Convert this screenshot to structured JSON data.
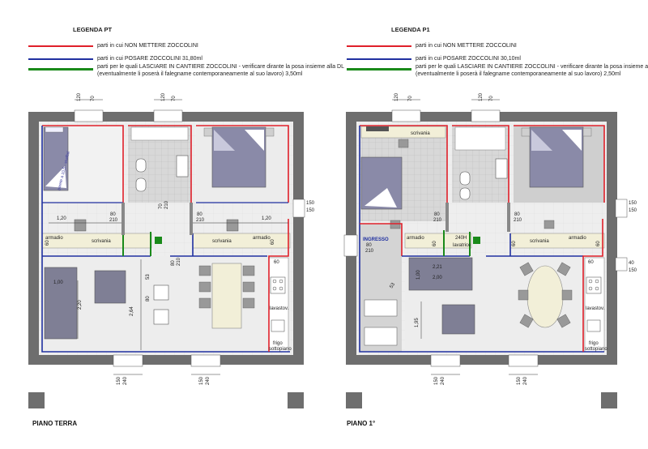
{
  "legend_left": {
    "title": "LEGENDA PT",
    "items": [
      {
        "color": "#e0202a",
        "text": "parti in cui NON METTERE ZOCCOLINI"
      },
      {
        "color": "#2030a0",
        "text": "parti in cui POSARE ZOCCOLINI 31,80ml"
      },
      {
        "color": "#1a8a1a",
        "text": "parti per le quali LASCIARE IN CANTIERE ZOCCOLINI - verificare dirante la posa insieme alla DL",
        "text2": "(eventualmente li poserà il falegname contemporaneamente al suo lavoro) 3,50ml"
      }
    ]
  },
  "legend_right": {
    "title": "LEGENDA P1",
    "items": [
      {
        "color": "#e0202a",
        "text": "parti in cui NON METTERE ZOCCOLINI"
      },
      {
        "color": "#2030a0",
        "text": "parti in cui POSARE ZOCCOLINI 30,10ml"
      },
      {
        "color": "#1a8a1a",
        "text": "parti per le quali LASCIARE IN CANTIERE ZOCCOLINI - verificare dirante la posa insieme alla DL",
        "text2": "(eventualmente li poserà il falegname contemporaneamente al suo lavoro) 2,50ml"
      }
    ]
  },
  "plan_left": {
    "title": "PIANO TERRA",
    "top_dims": [
      "120",
      "70",
      "120",
      "70"
    ],
    "bottom_dims": [
      "150",
      "240",
      "150",
      "240"
    ],
    "side_dims": [
      "150",
      "150"
    ],
    "door_labels": [
      "80",
      "210"
    ],
    "labels": {
      "armadio1": "armadio",
      "scrivania1": "scrivania",
      "scrivania2": "scrivania",
      "armadio2": "armadio",
      "d120a": "1,20",
      "d120b": "1,20",
      "d100": "1,00",
      "d220": "2,20",
      "d264": "2,64",
      "lavastov": "lavastov.",
      "frigo": "frigo",
      "sottopiano": "sottopiano",
      "d60a": "60",
      "d60b": "60",
      "d60c": "60",
      "d53": "53",
      "d80v": "80",
      "d70": "70",
      "d210": "210",
      "note": "parete a 10,5 - scaffali"
    }
  },
  "plan_right": {
    "title": "PIANO 1°",
    "top_dims": [
      "120",
      "70",
      "120",
      "70"
    ],
    "bottom_dims": [
      "150",
      "240",
      "150",
      "240"
    ],
    "side_dims": [
      "150",
      "150",
      "40",
      "150"
    ],
    "labels": {
      "scrivania_top": "scrivania",
      "ingresso": "INGRESSO",
      "armadio1": "armadio",
      "lavatrice": "lavatrice",
      "d240h": "240H",
      "scrivania2": "scrivania",
      "armadio2": "armadio",
      "d221": "2,21",
      "d200": "2,00",
      "d100": "1,00",
      "d195": "1,95",
      "lavastov": "lavastov.",
      "frigo": "frigo",
      "sottopiano": "sottopiano",
      "d60a": "60",
      "d60b": "60",
      "d60c": "60",
      "d60d": "60",
      "d53": "53",
      "d80": "80",
      "d210": "210"
    }
  },
  "colors": {
    "red": "#e0202a",
    "blue": "#2030a0",
    "green": "#1a8a1a",
    "wall": "#707070",
    "floor": "#e4e4e4",
    "tile": "#cfcfcf",
    "furn": "#7f7f95",
    "bed": "#8a8aa8"
  }
}
